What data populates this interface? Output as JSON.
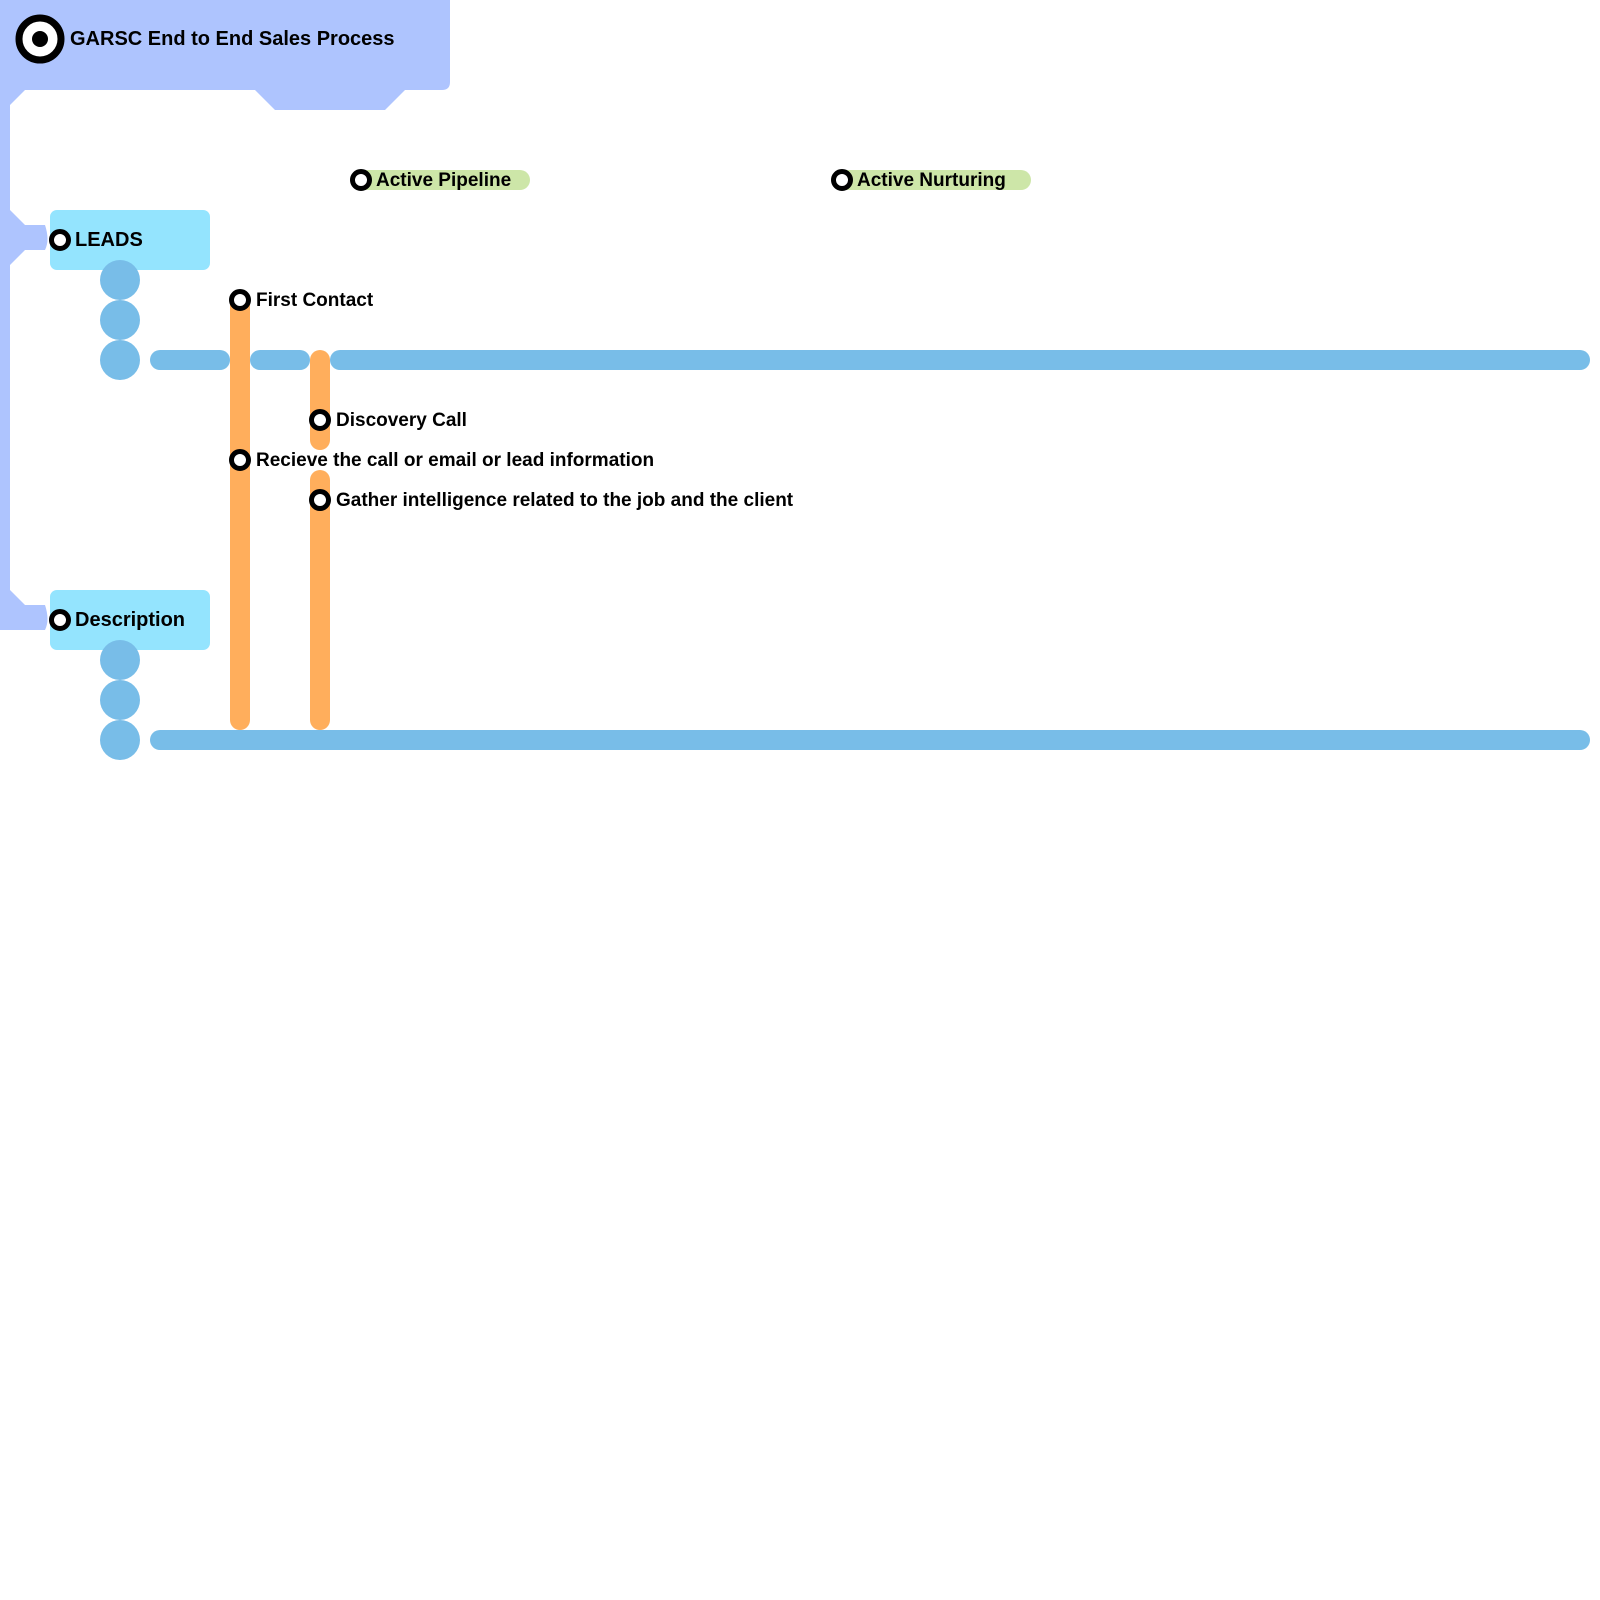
{
  "title": "GARSC End to End Sales Process",
  "colors": {
    "header_band": "#aec4fe",
    "swimlane_box": "#94e4fe",
    "lane_line": "#78bde8",
    "step_line": "#ffae5c",
    "phase_pill": "#cde6a8",
    "station_ring": "#000000",
    "station_fill": "#ffffff"
  },
  "phases": [
    {
      "label": "Active Pipeline"
    },
    {
      "label": "Active Nurturing"
    }
  ],
  "swimlanes": [
    {
      "label": "LEADS"
    },
    {
      "label": "Description"
    }
  ],
  "steps": [
    {
      "label": "First Contact"
    },
    {
      "label": "Recieve the call or email or lead information"
    },
    {
      "label": "Discovery Call"
    },
    {
      "label": "Gather intelligence related to the job and the client"
    }
  ]
}
